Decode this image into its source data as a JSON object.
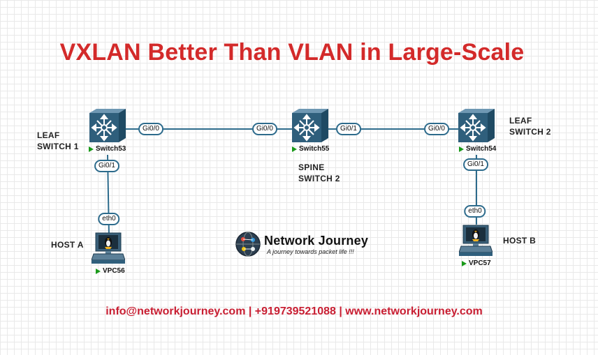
{
  "title": "VXLAN Better Than VLAN in Large-Scale",
  "footer": "info@networkjourney.com | +919739521088 | www.networkjourney.com",
  "devices": {
    "switch53": {
      "name": "Switch53",
      "role": [
        "LEAF",
        "SWITCH 1"
      ]
    },
    "switch55": {
      "name": "Switch55",
      "role": [
        "SPINE",
        "SWITCH 2"
      ]
    },
    "switch54": {
      "name": "Switch54",
      "role": [
        "LEAF",
        "SWITCH 2"
      ]
    },
    "vpc56": {
      "name": "VPC56",
      "role": "HOST A"
    },
    "vpc57": {
      "name": "VPC57",
      "role": "HOST B"
    }
  },
  "interfaces": {
    "s53_gi00": "Gi0/0",
    "s55_gi00": "Gi0/0",
    "s55_gi01": "Gi0/1",
    "s54_gi00": "Gi0/0",
    "s53_gi01": "Gi0/1",
    "s54_gi01": "Gi0/1",
    "vpc56_eth0": "eth0",
    "vpc57_eth0": "eth0"
  },
  "brand": {
    "name": "Network Journey",
    "tagline": "A journey towards packet life !!!"
  },
  "colors": {
    "title": "#d32a2a",
    "footer": "#c81e32",
    "link": "#2d6b8c",
    "switch": "#2f5f7c",
    "status": "#1a9a1a"
  },
  "icons": {
    "switch": "layer3-switch-icon",
    "host": "vpc-host-icon",
    "status": "running-status-icon",
    "logo": "network-journey-logo"
  }
}
